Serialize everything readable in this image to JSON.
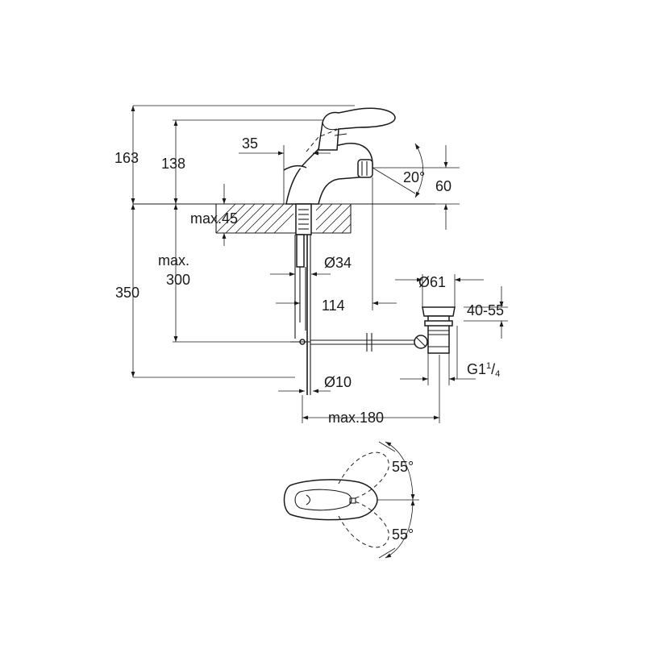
{
  "dimensions": {
    "d163": "163",
    "d138": "138",
    "d35": "35",
    "d20deg": "20°",
    "d60": "60",
    "max45": "max.45",
    "dia34": "Ø34",
    "max300_line1": "max.",
    "max300_line2": "300",
    "d350": "350",
    "dia61": "Ø61",
    "d114": "114",
    "d40_55": "40-55",
    "g_main": "G1",
    "g_sup": "1",
    "g_sub": "4",
    "dia10": "Ø10",
    "max180": "max.180",
    "angle_top": "55°",
    "angle_bottom": "55°"
  }
}
